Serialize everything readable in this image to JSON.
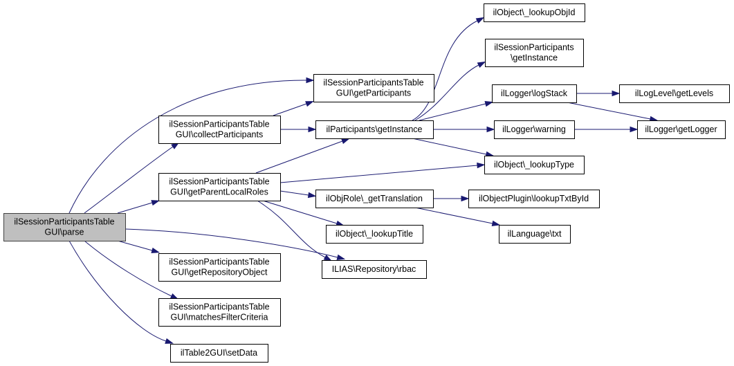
{
  "diagram": {
    "type": "call-graph",
    "edge_color": "#191970",
    "root_fill": "#bfbfbf",
    "nodes": [
      {
        "id": "parse",
        "lines": [
          "ilSessionParticipantsTable",
          "GUI\\parse"
        ],
        "root": true
      },
      {
        "id": "getParticipants",
        "lines": [
          "ilSessionParticipantsTable",
          "GUI\\getParticipants"
        ]
      },
      {
        "id": "collectParticipants",
        "lines": [
          "ilSessionParticipantsTable",
          "GUI\\collectParticipants"
        ]
      },
      {
        "id": "getParentLocalRoles",
        "lines": [
          "ilSessionParticipantsTable",
          "GUI\\getParentLocalRoles"
        ]
      },
      {
        "id": "getRepositoryObject",
        "lines": [
          "ilSessionParticipantsTable",
          "GUI\\getRepositoryObject"
        ]
      },
      {
        "id": "matchesFilterCriteria",
        "lines": [
          "ilSessionParticipantsTable",
          "GUI\\matchesFilterCriteria"
        ]
      },
      {
        "id": "setData",
        "lines": [
          "ilTable2GUI\\setData"
        ]
      },
      {
        "id": "partGetInstance",
        "lines": [
          "ilParticipants\\getInstance"
        ]
      },
      {
        "id": "getTranslation",
        "lines": [
          "ilObjRole\\_getTranslation"
        ]
      },
      {
        "id": "lookupTitle",
        "lines": [
          "ilObject\\_lookupTitle"
        ]
      },
      {
        "id": "rbac",
        "lines": [
          "ILIAS\\Repository\\rbac"
        ]
      },
      {
        "id": "lookupObjId",
        "lines": [
          "ilObject\\_lookupObjId"
        ]
      },
      {
        "id": "sessGetInstance",
        "lines": [
          "ilSessionParticipants",
          "\\getInstance"
        ]
      },
      {
        "id": "logStack",
        "lines": [
          "ilLogger\\logStack"
        ]
      },
      {
        "id": "warning",
        "lines": [
          "ilLogger\\warning"
        ]
      },
      {
        "id": "lookupType",
        "lines": [
          "ilObject\\_lookupType"
        ]
      },
      {
        "id": "lookupTxtById",
        "lines": [
          "ilObjectPlugin\\lookupTxtById"
        ]
      },
      {
        "id": "langTxt",
        "lines": [
          "ilLanguage\\txt"
        ]
      },
      {
        "id": "getLevels",
        "lines": [
          "ilLogLevel\\getLevels"
        ]
      },
      {
        "id": "getLogger",
        "lines": [
          "ilLogger\\getLogger"
        ]
      }
    ],
    "edges": [
      {
        "from": "parse",
        "to": "getParticipants"
      },
      {
        "from": "parse",
        "to": "collectParticipants"
      },
      {
        "from": "parse",
        "to": "getParentLocalRoles"
      },
      {
        "from": "parse",
        "to": "getRepositoryObject"
      },
      {
        "from": "parse",
        "to": "matchesFilterCriteria"
      },
      {
        "from": "parse",
        "to": "setData"
      },
      {
        "from": "parse",
        "to": "rbac"
      },
      {
        "from": "collectParticipants",
        "to": "getParticipants"
      },
      {
        "from": "collectParticipants",
        "to": "partGetInstance"
      },
      {
        "from": "getParentLocalRoles",
        "to": "partGetInstance"
      },
      {
        "from": "getParentLocalRoles",
        "to": "lookupType"
      },
      {
        "from": "getParentLocalRoles",
        "to": "getTranslation"
      },
      {
        "from": "getParentLocalRoles",
        "to": "lookupTitle"
      },
      {
        "from": "getParentLocalRoles",
        "to": "rbac"
      },
      {
        "from": "partGetInstance",
        "to": "lookupObjId"
      },
      {
        "from": "partGetInstance",
        "to": "sessGetInstance"
      },
      {
        "from": "partGetInstance",
        "to": "logStack"
      },
      {
        "from": "partGetInstance",
        "to": "warning"
      },
      {
        "from": "partGetInstance",
        "to": "lookupType"
      },
      {
        "from": "getTranslation",
        "to": "lookupTxtById"
      },
      {
        "from": "getTranslation",
        "to": "langTxt"
      },
      {
        "from": "logStack",
        "to": "getLevels"
      },
      {
        "from": "logStack",
        "to": "getLogger"
      },
      {
        "from": "warning",
        "to": "getLogger"
      }
    ]
  }
}
